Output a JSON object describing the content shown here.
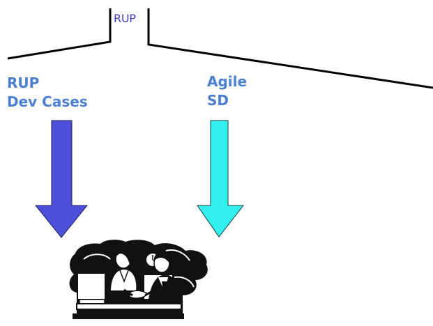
{
  "diagram": {
    "root": {
      "label": "RUP"
    },
    "branches": [
      {
        "id": "rup-dev-cases",
        "lines": [
          "RUP",
          "Dev Cases"
        ],
        "arrow_color": "#4b4fd9"
      },
      {
        "id": "agile-sd",
        "lines": [
          "Agile",
          "SD"
        ],
        "arrow_color": "#33f0f0"
      }
    ],
    "clipart": {
      "icon": "business-meeting-clipart"
    }
  }
}
